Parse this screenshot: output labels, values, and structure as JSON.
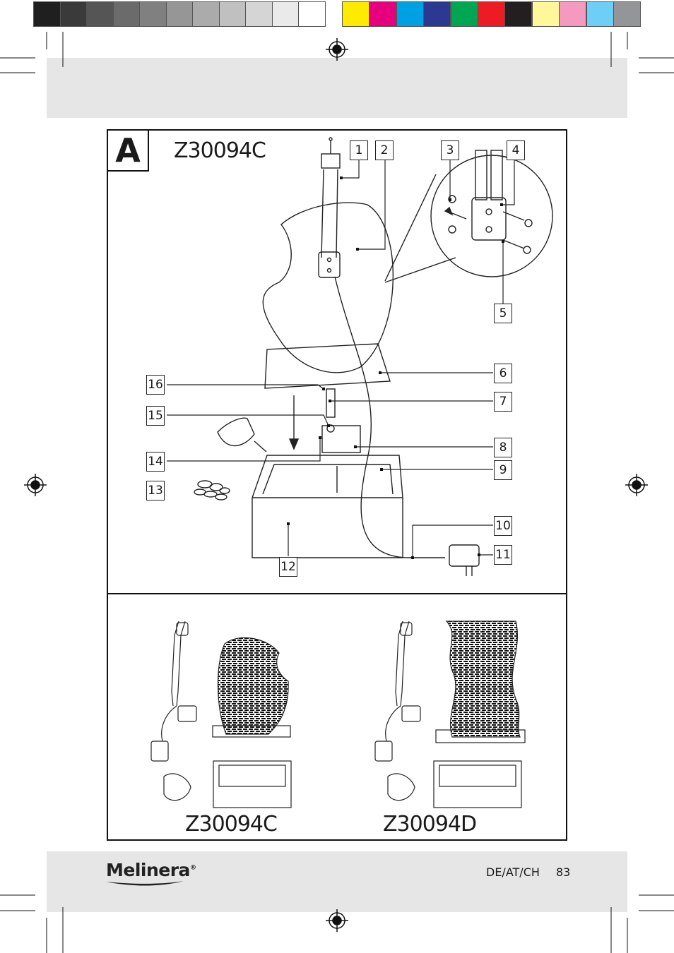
{
  "colors": {
    "gray_swatches": [
      "#1f1f1f",
      "#3a3a3a",
      "#555555",
      "#6b6b6b",
      "#808080",
      "#969696",
      "#ababab",
      "#c0c0c0",
      "#d5d5d5",
      "#eaeaea",
      "#ffffff"
    ],
    "color_swatches": [
      "#ffeb00",
      "#e6007e",
      "#00a0e3",
      "#2b3990",
      "#00a651",
      "#ed1c24",
      "#231f20",
      "#fff799",
      "#f49ac1",
      "#6dcff6",
      "#939598"
    ],
    "band": "#e6e6e6"
  },
  "figure": {
    "letter": "A",
    "model": "Z30094C",
    "callouts": [
      "1",
      "2",
      "3",
      "4",
      "5",
      "6",
      "7",
      "8",
      "9",
      "10",
      "11",
      "12",
      "13",
      "14",
      "15",
      "16"
    ]
  },
  "overview": {
    "left_model": "Z30094C",
    "right_model": "Z30094D"
  },
  "footer": {
    "brand": "Melinera",
    "brand_mark": "®",
    "countries": "DE/AT/CH",
    "page": "83"
  }
}
